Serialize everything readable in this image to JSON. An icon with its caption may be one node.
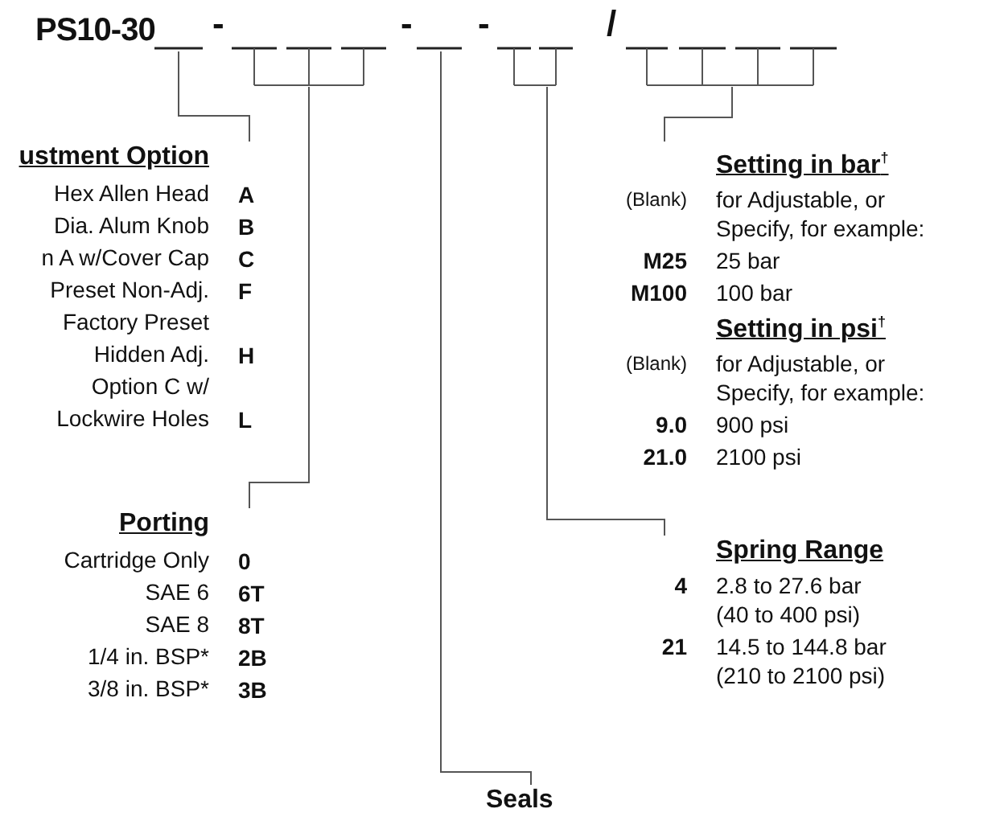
{
  "diagram": {
    "nodes": [
      {
        "text": [
          "PS10-30"
        ]
      },
      {
        "text": [],
        "shape": "bar"
      },
      {
        "text": [],
        "shape": "bar"
      },
      {
        "text": [],
        "shape": "bar"
      },
      {
        "text": [],
        "shape": "bar"
      },
      {
        "text": [],
        "shape": "bar"
      },
      {
        "text": [
          "ustment Option",
          "Hex Allen Head",
          "A",
          "Dia. Alum Knob",
          "B",
          "n A w/Cover Cap",
          "C",
          "Preset Non-Adj.",
          "F",
          "Factory Preset Hidden Adj.",
          "H",
          "Option C w/ Lockwire Holes",
          "L"
        ]
      },
      {
        "text": [
          "Porting",
          "Cartridge Only",
          "0",
          "SAE 6",
          "6T",
          "SAE 8",
          "8T",
          "1/4 in. BSP*",
          "2B",
          "3/8 in. BSP*",
          "3B"
        ]
      },
      {
        "text": [
          "Seals"
        ]
      },
      {
        "text": [
          "Spring Range",
          "4",
          "2.8 to 27.6 bar (40 to 400 psi)",
          "21",
          "14.5 to 144.8 bar (210 to 2100 psi)"
        ]
      },
      {
        "text": [
          "Setting in bar$^{†}$",
          "(Blank)",
          "for Adjustable, or Specify, for example:",
          "M25",
          "25 bar",
          "M100",
          "100 bar"
        ]
      },
      {
        "text": [
          "Setting in psi$^{†}$",
          "(Blank)",
          "for Adjustable, or Specify, for example:",
          "9.0",
          "900 psi",
          "21.0",
          "2100 psi"
        ]
      }
    ],
    "edges": [
      {
        "from": 1,
        "to": 6,
        "arrow": "none"
      },
      {
        "from": 2,
        "to": 7,
        "arrow": "none"
      },
      {
        "from": 3,
        "to": 8,
        "arrow": "none"
      },
      {
        "from": 4,
        "to": 9,
        "arrow": "none"
      },
      {
        "from": 5,
        "to": 10,
        "arrow": "none"
      }
    ],
    "labels": [
      "-",
      "-",
      "-",
      "/"
    ]
  }
}
